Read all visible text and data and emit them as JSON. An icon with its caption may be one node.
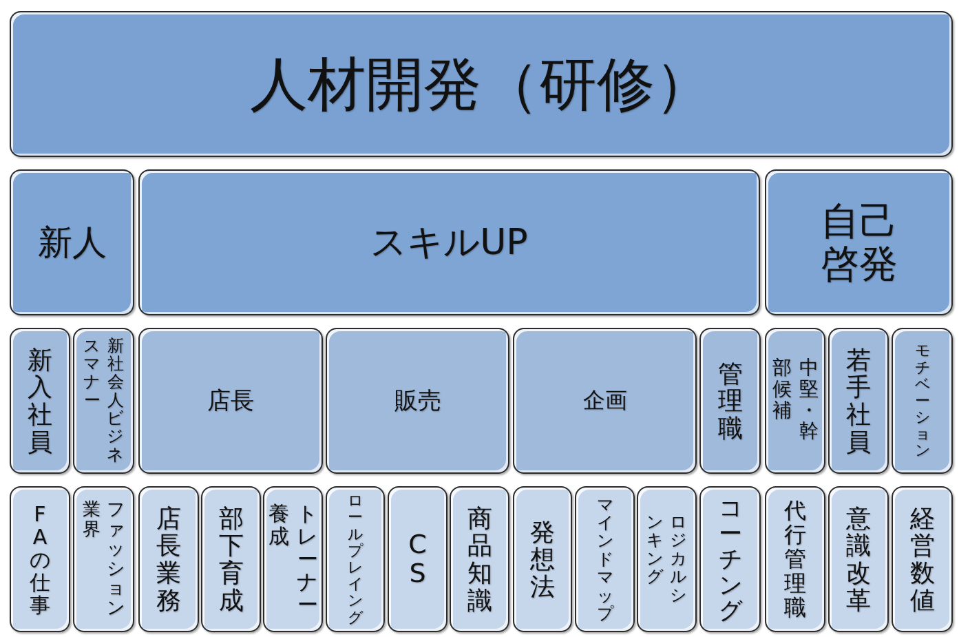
{
  "diagram": {
    "nodes": [
      {
        "text": [
          "人材開発（研修）"
        ]
      },
      {
        "text": [
          "新人"
        ]
      },
      {
        "text": [
          "スキルUP"
        ]
      },
      {
        "text": [
          "自己啓発"
        ]
      },
      {
        "text": [
          "新入社員"
        ]
      },
      {
        "text": [
          "新社会人ビジネスマナー"
        ]
      },
      {
        "text": [
          "店長"
        ]
      },
      {
        "text": [
          "販売"
        ]
      },
      {
        "text": [
          "企画"
        ]
      },
      {
        "text": [
          "管理職"
        ]
      },
      {
        "text": [
          "中堅・幹部候補"
        ]
      },
      {
        "text": [
          "若手社員"
        ]
      },
      {
        "text": [
          "モチベーション"
        ]
      },
      {
        "text": [
          "FAの仕事"
        ]
      },
      {
        "text": [
          "ファッション業界"
        ]
      },
      {
        "text": [
          "店長業務"
        ]
      },
      {
        "text": [
          "部下育成"
        ]
      },
      {
        "text": [
          "トレーナー養成"
        ]
      },
      {
        "text": [
          "ロールプレイング"
        ]
      },
      {
        "text": [
          "CS"
        ]
      },
      {
        "text": [
          "商品知識"
        ]
      },
      {
        "text": [
          "発想法"
        ]
      },
      {
        "text": [
          "マインドマップ"
        ]
      },
      {
        "text": [
          "ロジカルシンキング"
        ]
      },
      {
        "text": [
          "コーチング"
        ]
      },
      {
        "text": [
          "代行管理職"
        ]
      },
      {
        "text": [
          "意識改革"
        ]
      },
      {
        "text": [
          "経営数値"
        ]
      }
    ]
  }
}
